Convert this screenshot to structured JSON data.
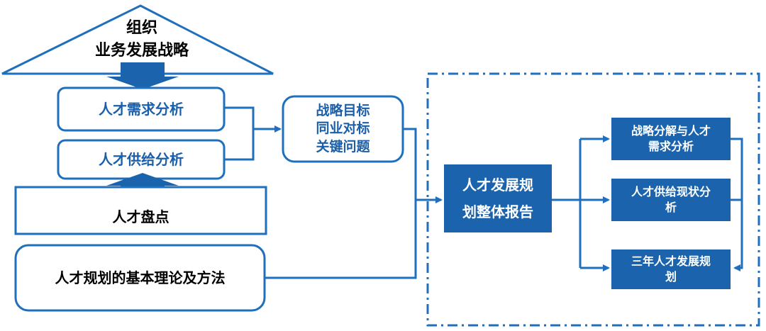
{
  "colors": {
    "stroke": "#1f6fbd",
    "fill_dark": "#1b64ad",
    "text_blue": "#1b5faa"
  },
  "nodes": {
    "org_strategy": "组织\n业务发展战略",
    "talent_demand": "人才需求分析",
    "talent_supply": "人才供给分析",
    "talent_inventory": "人才盘点",
    "theory_methods": "人才规划的基本理论及方法",
    "strategy_goals": "战略目标\n同业对标\n关键问题",
    "overall_report": "人才发展规\n划整体报告",
    "decomp_demand": "战略分解与人才\n需求分析",
    "supply_status": "人才供给现状分\n析",
    "three_year_plan": "三年人才发展规\n划"
  }
}
